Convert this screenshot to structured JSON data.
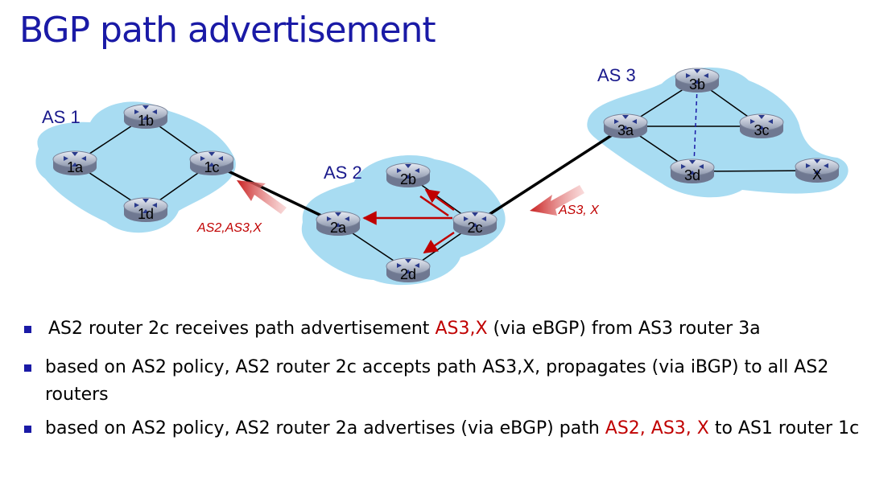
{
  "title": "BGP path advertisement",
  "as_labels": {
    "as1": "AS 1",
    "as2": "AS 2",
    "as3": "AS 3"
  },
  "routers": {
    "r1a": "1a",
    "r1b": "1b",
    "r1c": "1c",
    "r1d": "1d",
    "r2a": "2a",
    "r2b": "2b",
    "r2c": "2c",
    "r2d": "2d",
    "r3a": "3a",
    "r3b": "3b",
    "r3c": "3c",
    "r3d": "3d",
    "rx": "X"
  },
  "advertisements": {
    "from_as3": "AS3, X",
    "to_as1": "AS2,AS3,X"
  },
  "bullets": [
    {
      "pre": "AS2 router 2c receives path advertisement ",
      "hl": "AS3,X",
      "post": " (via eBGP) from AS3 router 3a"
    },
    {
      "text": "based on AS2 policy, AS2 router 2c accepts path AS3,X, propagates (via iBGP) to all AS2 routers"
    },
    {
      "pre": "based on AS2 policy,  AS2 router 2a advertises (via eBGP)  path ",
      "hl": "AS2, AS3, X",
      "post": "   to AS1 router 1c"
    }
  ],
  "colors": {
    "title": "#1a1aa6",
    "cloud": "#a8dcf2",
    "highlight": "#c00000",
    "bullet": "#1a1aa6"
  }
}
